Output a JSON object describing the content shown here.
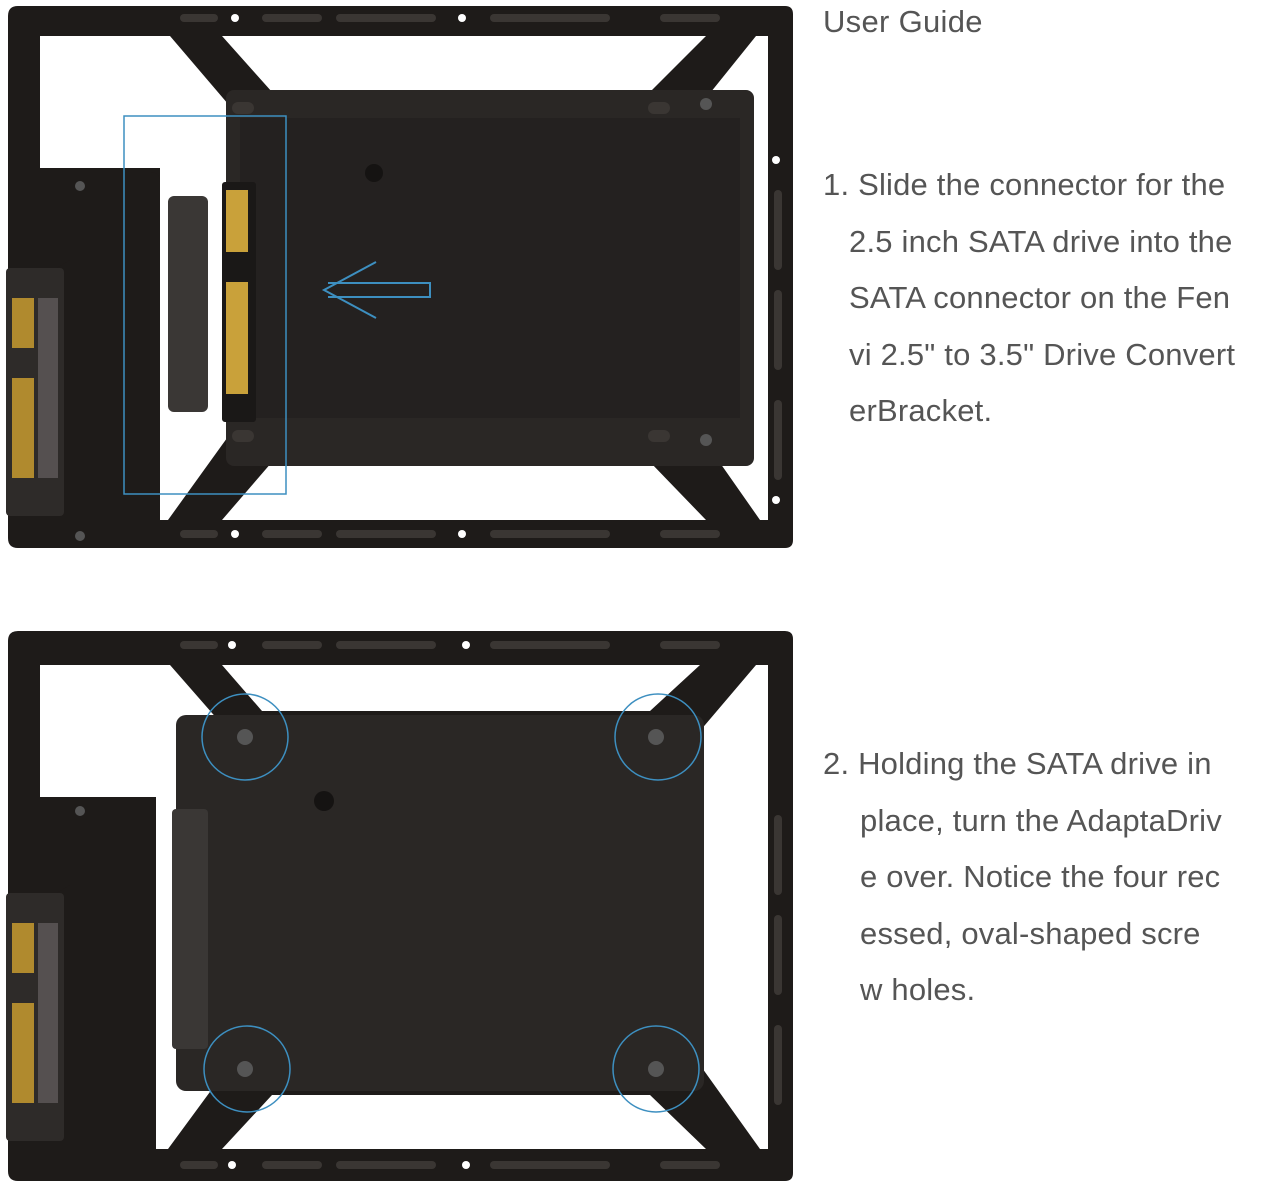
{
  "guide": {
    "title": "User Guide",
    "steps": [
      {
        "lines": [
          "1. Slide the connector for the",
          "2.5 inch SATA drive into the",
          "SATA connector on the Fen",
          "vi 2.5\" to 3.5\" Drive Convert",
          "erBracket."
        ]
      },
      {
        "lines": [
          "2. Holding the SATA drive in",
          "place, turn the AdaptaDriv",
          "e over. Notice the four rec",
          "essed, oval-shaped scre",
          "w holes."
        ]
      }
    ]
  },
  "colors": {
    "bracket": "#1e1b19",
    "drive": "#2a2725",
    "highlight": "#3d8fc0",
    "text": "#555555"
  },
  "icons": {
    "arrow": "left-arrow-icon",
    "screw_highlight": "circle-highlight-icon"
  }
}
